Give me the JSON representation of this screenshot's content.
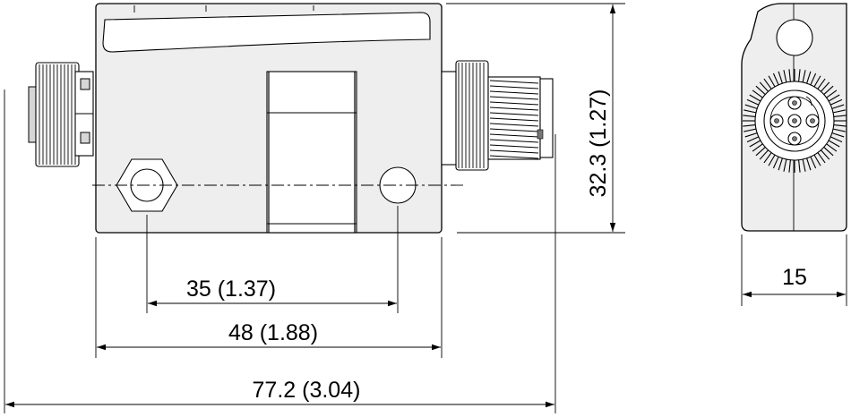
{
  "dimensions": {
    "hole_spacing": "35 (1.37)",
    "body_length": "48 (1.88)",
    "overall_length": "77.2 (3.04)",
    "height": "32.3 (1.27)",
    "side_width": "15"
  }
}
